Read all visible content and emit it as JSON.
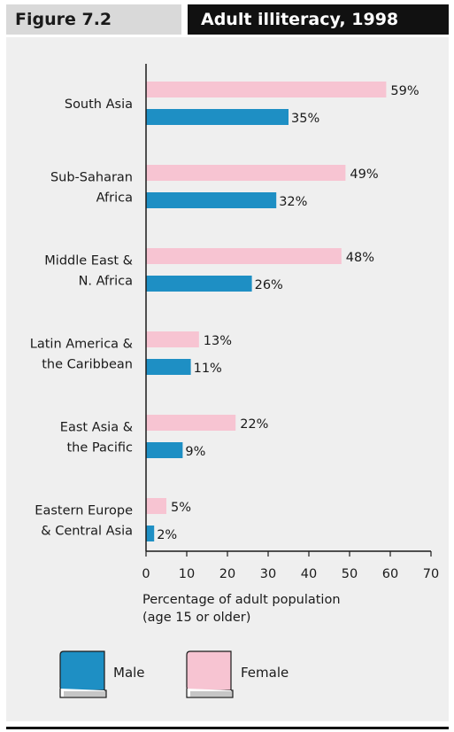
{
  "header": {
    "figure_label": "Figure 7.2",
    "title": "Adult illiteracy, 1998"
  },
  "colors": {
    "male": "#1e8fc4",
    "female": "#f7c4d2",
    "panel": "#efefef",
    "title_bg": "#111111"
  },
  "chart_data": {
    "type": "bar",
    "orientation": "horizontal",
    "title": "Adult illiteracy, 1998",
    "categories": [
      [
        "South Asia"
      ],
      [
        "Sub-Saharan",
        "Africa"
      ],
      [
        "Middle East &",
        "N. Africa"
      ],
      [
        "Latin America &",
        "the Caribbean"
      ],
      [
        "East Asia &",
        "the Pacific"
      ],
      [
        "Eastern Europe",
        "& Central Asia"
      ]
    ],
    "series": [
      {
        "name": "Female",
        "values": [
          59,
          49,
          48,
          13,
          22,
          5
        ],
        "labels": [
          "59%",
          "49%",
          "48%",
          "13%",
          "22%",
          "5%"
        ]
      },
      {
        "name": "Male",
        "values": [
          35,
          32,
          26,
          11,
          9,
          2
        ],
        "labels": [
          "35%",
          "32%",
          "26%",
          "11%",
          "9%",
          "2%"
        ]
      }
    ],
    "xlabel": [
      "Percentage of adult population",
      "(age 15 or older)"
    ],
    "xlim": [
      0,
      70
    ],
    "xticks": [
      0,
      10,
      20,
      30,
      40,
      50,
      60,
      70
    ],
    "grid": false,
    "legend": [
      "Male",
      "Female"
    ],
    "legend_position": "bottom"
  }
}
